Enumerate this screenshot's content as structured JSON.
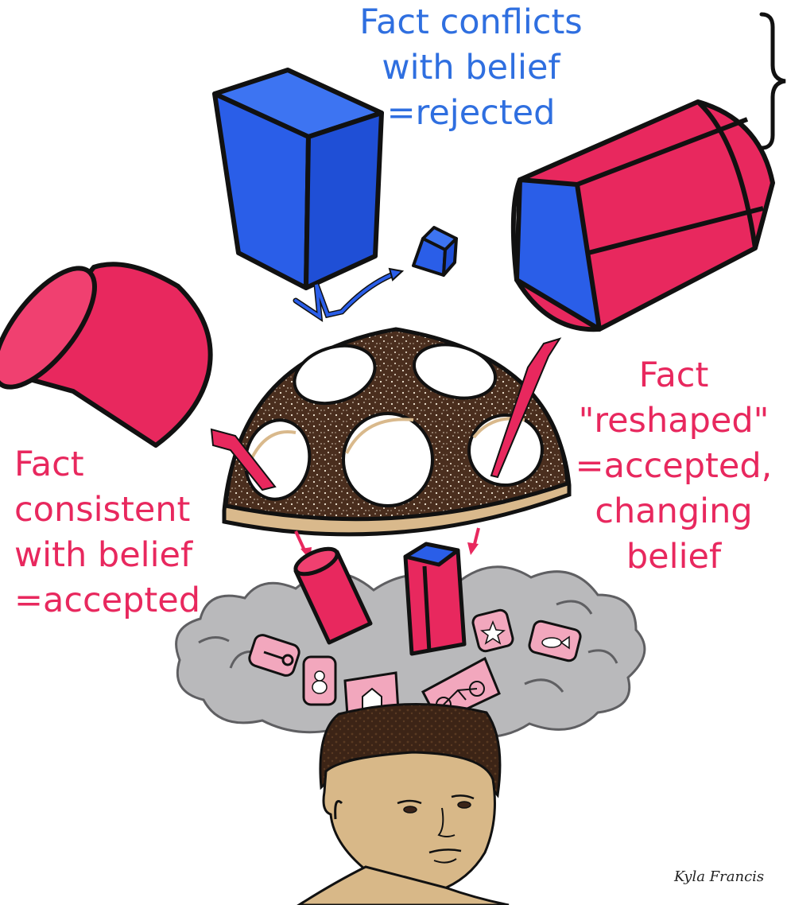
{
  "captions": {
    "rejected": [
      "Fact conflicts",
      "with belief",
      "=rejected"
    ],
    "consistent": [
      "Fact",
      "consistent",
      "with belief",
      "=accepted"
    ],
    "reshaped": [
      "Fact",
      "\"reshaped\"",
      "=accepted,",
      "changing",
      "belief"
    ]
  },
  "signature": "Kyla Francis",
  "colors": {
    "blue_fact": "#2a5ee8",
    "blue_text": "#2f6fe0",
    "red_fact": "#e8285e",
    "red_text": "#e8285e",
    "dome": "#4a2e1e",
    "dome_rim": "#d9b98c",
    "cloud": "#b9b9bb",
    "skin": "#d8b888",
    "hair": "#3c2416",
    "memory": "#f2a7bd"
  },
  "icons": [
    "key-icon",
    "cat-icon",
    "house-icon",
    "bicycle-icon",
    "star-icon",
    "fish-icon"
  ]
}
